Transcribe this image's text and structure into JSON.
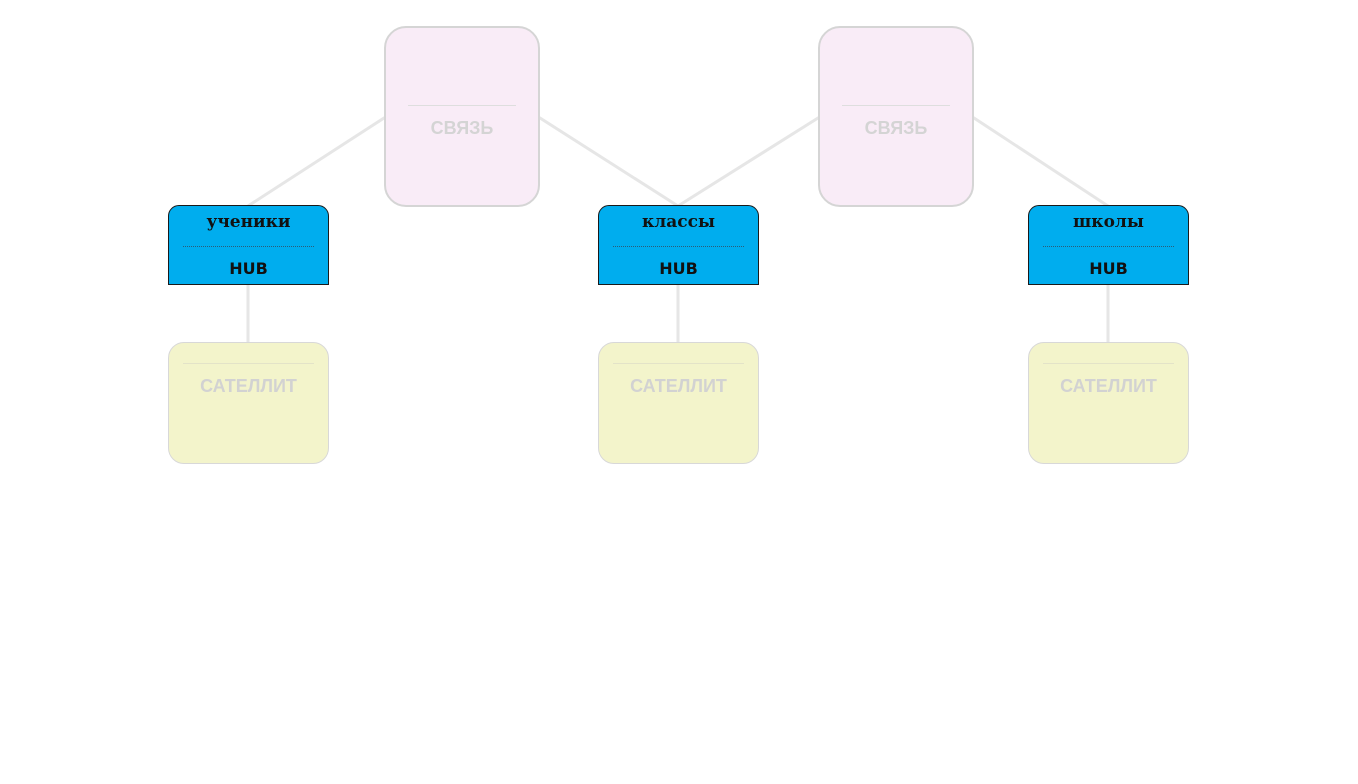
{
  "links": [
    {
      "label": "СВЯЗЬ"
    },
    {
      "label": "СВЯЗЬ"
    }
  ],
  "hubs": [
    {
      "name": "ученики",
      "kind": "HUB"
    },
    {
      "name": "классы",
      "kind": "HUB"
    },
    {
      "name": "школы",
      "kind": "HUB"
    }
  ],
  "satellites": [
    {
      "label": "САТЕЛЛИТ"
    },
    {
      "label": "САТЕЛЛИТ"
    },
    {
      "label": "САТЕЛЛИТ"
    }
  ],
  "colors": {
    "hub_fill": "#00adee",
    "link_fill": "#f9ecf7",
    "satellite_fill": "#f3f4cb",
    "edge": "#e6e6e6"
  }
}
